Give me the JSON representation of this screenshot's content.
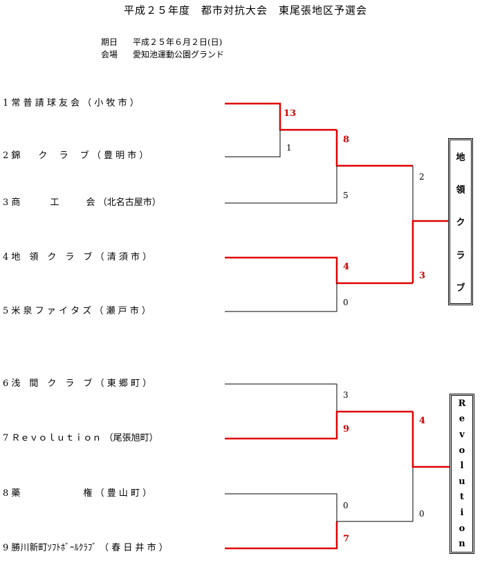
{
  "header": {
    "title": "平成２５年度　都市対抗大会　東尾張地区予選会",
    "date_label": "期日",
    "date_value": "平成２５年６月２日(日)",
    "venue_label": "会場",
    "venue_value": "愛知池運動公園グランド"
  },
  "teams": [
    {
      "seed": "1",
      "name": "常 普 請 球 友 会",
      "city": "（ 小 牧 市 ）"
    },
    {
      "seed": "2",
      "name": "錦　　ク　 ラ　 ブ",
      "city": "（ 豊 明 市 ）"
    },
    {
      "seed": "3",
      "name": "商　　　 工　　　会",
      "city": "（北名古屋市）"
    },
    {
      "seed": "4",
      "name": "地　領　ク　ラ　ブ",
      "city": "（ 清 須 市 ）"
    },
    {
      "seed": "5",
      "name": "米 泉 フ ァ イ タ ズ",
      "city": "（ 瀬 戸 市 ）"
    },
    {
      "seed": "6",
      "name": "浅　間　ク　ラ　ブ",
      "city": "（ 東 郷 町 ）"
    },
    {
      "seed": "7",
      "name": "Ｒｅｖｏｌｕｔｉｏｎ",
      "city": "（尾張旭町）"
    },
    {
      "seed": "8",
      "name": "藥　　　　　　　権",
      "city": "（ 豊 山 町 ）"
    },
    {
      "seed": "9",
      "name": "勝川新町ｿﾌﾄﾎﾞｰﾙｸﾗﾌﾞ",
      "city": "（ 春 日 井 市 ）"
    }
  ],
  "scores": {
    "r1_team1": "13",
    "r1_team2": "1",
    "sf_a_top": "8",
    "sf_a_bottom": "5",
    "qf_team4": "4",
    "qf_team5": "0",
    "final_a_top": "2",
    "final_a_bottom": "3",
    "qf_team6": "3",
    "qf_team7": "9",
    "qf_team8": "0",
    "qf_team9": "7",
    "final_b_top": "4",
    "final_b_bottom": "0"
  },
  "winners": {
    "block_a_chars": [
      "地",
      "領",
      "ク",
      "ラ",
      "ブ"
    ],
    "block_b_chars": [
      "R",
      "e",
      "v",
      "o",
      "l",
      "u",
      "t",
      "i",
      "o",
      "n"
    ]
  },
  "colors": {
    "win_line": "#e00000",
    "lose_line": "#000000",
    "win_score": "#cc0000"
  }
}
